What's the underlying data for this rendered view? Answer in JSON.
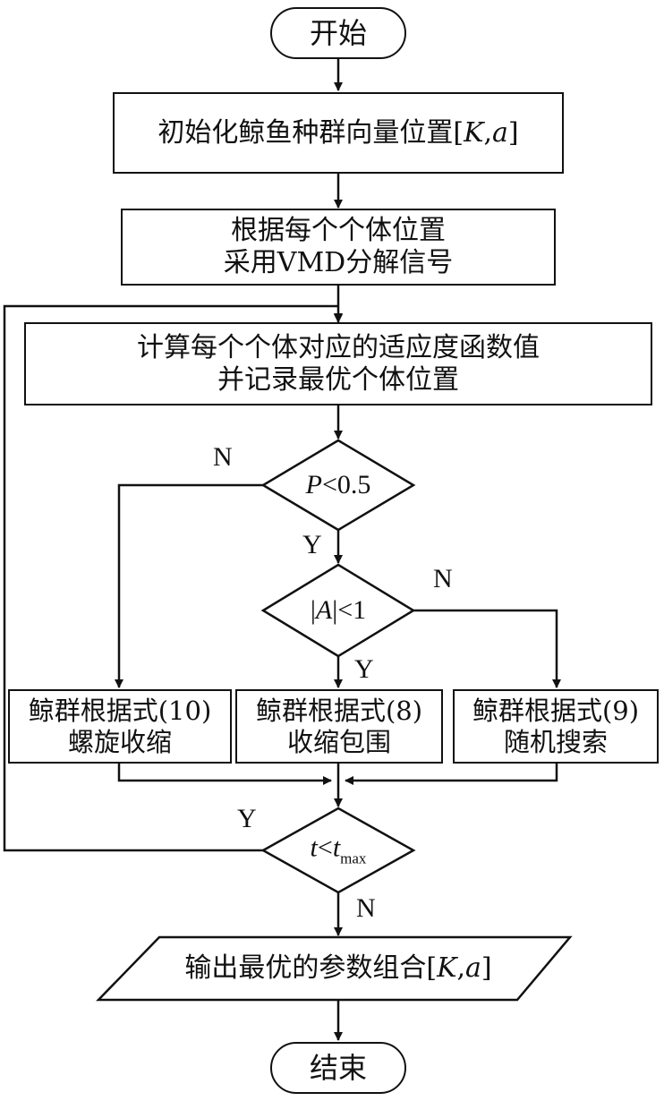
{
  "flowchart": {
    "start": "开始",
    "init": {
      "pre": "初始化鲸鱼种群向量位置[",
      "k": "K",
      "comma": ",",
      "a": "a",
      "post": "]"
    },
    "vmd": {
      "line1": "根据每个个体位置",
      "line2": "采用VMD分解信号"
    },
    "fitness": {
      "line1": "计算每个个体对应的适应度函数值",
      "line2": "并记录最优个体位置"
    },
    "decision_p": {
      "var": "P",
      "rest": "<0.5"
    },
    "decision_a": {
      "pre": "|",
      "var": "A",
      "post": "|<1"
    },
    "spiral": {
      "line1": "鲸群根据式(10)",
      "line2": "螺旋收缩"
    },
    "encircle": {
      "line1": "鲸群根据式(8)",
      "line2": "收缩包围"
    },
    "search": {
      "line1": "鲸群根据式(9)",
      "line2": "随机搜索"
    },
    "decision_t": {
      "var": "t",
      "op": "<",
      "var2": "t",
      "sub": "max"
    },
    "output": {
      "pre": "输出最优的参数组合[",
      "k": "K",
      "comma": ",",
      "a": "a",
      "post": "]"
    },
    "end": "结束",
    "labels": {
      "yes": "Y",
      "no": "N"
    }
  }
}
